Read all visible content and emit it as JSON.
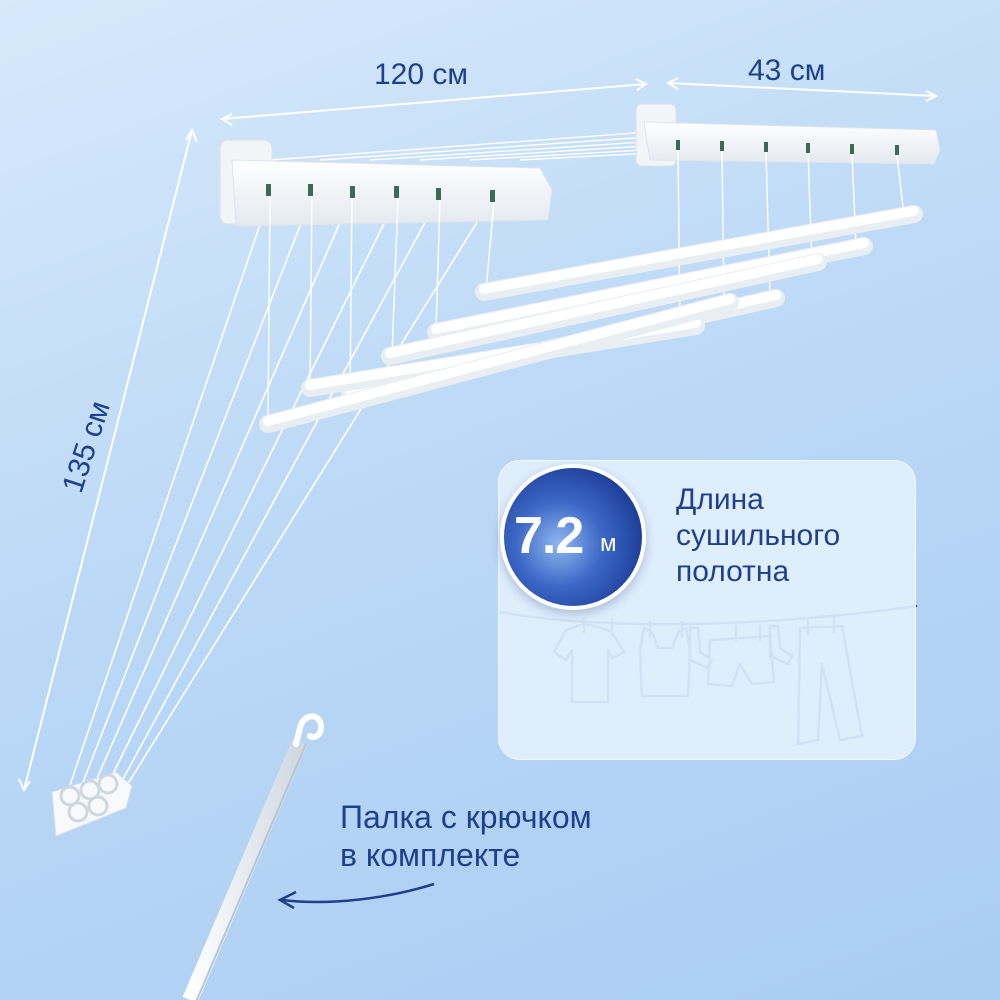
{
  "dimensions": {
    "width": "120 см",
    "depth": "43 см",
    "height": "135 см"
  },
  "info": {
    "value": "7.2",
    "unit": "м",
    "line1": "Длина",
    "line2": "сушильного",
    "line3": "полотна"
  },
  "caption": {
    "line1": "Палка с крючком",
    "line2": "в комплекте"
  },
  "colors": {
    "text": "#1f3f8f",
    "badge": "#1d3f98",
    "background": "#bcd9f6"
  },
  "icons": [
    "clothesline-icon",
    "hook-pole-icon"
  ]
}
